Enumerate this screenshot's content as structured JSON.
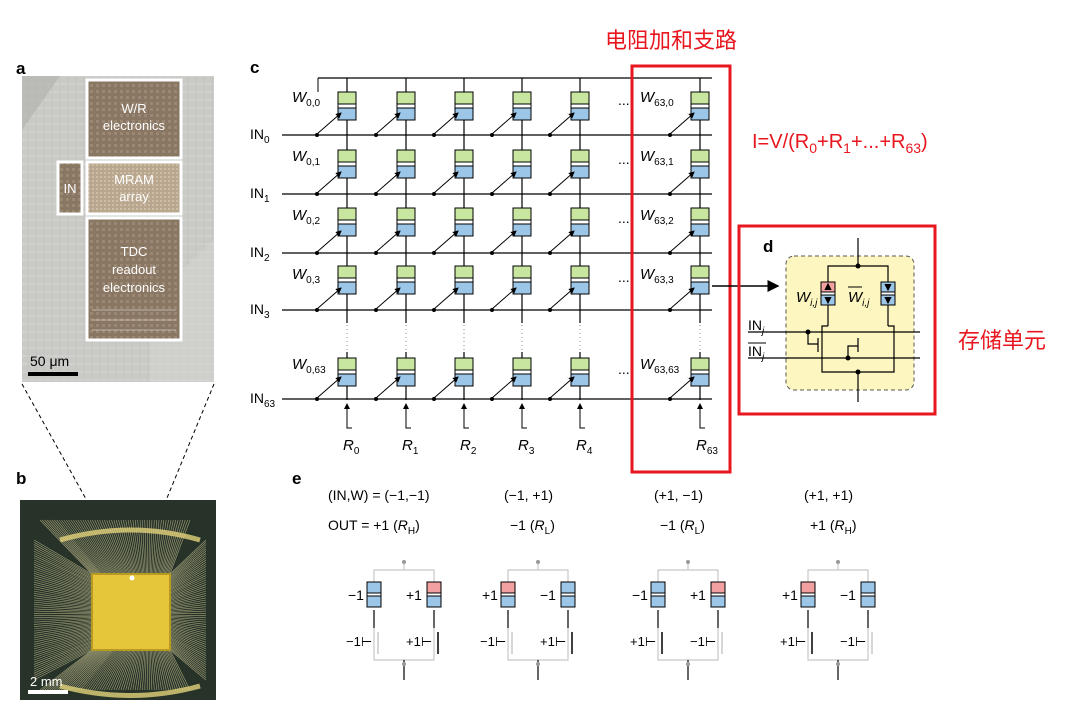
{
  "panels": {
    "a": "a",
    "b": "b",
    "c": "c",
    "d": "d",
    "e": "e"
  },
  "panel_a": {
    "blocks": [
      {
        "lines": [
          "W/R",
          "electronics"
        ]
      },
      {
        "lines": [
          "MRAM",
          "array"
        ]
      },
      {
        "lines": [
          "TDC",
          "readout",
          "electronics"
        ]
      }
    ],
    "in_label": "IN",
    "scalebar": "50 μm"
  },
  "panel_b": {
    "scalebar": "2 mm"
  },
  "panel_c": {
    "inputs": [
      {
        "main": "IN",
        "sub": "0"
      },
      {
        "main": "IN",
        "sub": "1"
      },
      {
        "main": "IN",
        "sub": "2"
      },
      {
        "main": "IN",
        "sub": "3"
      },
      {
        "main": "IN",
        "sub": "63"
      }
    ],
    "weights_first_col": [
      "0,0",
      "0,1",
      "0,2",
      "0,3",
      "0,63"
    ],
    "weights_last_col": [
      "63,0",
      "63,1",
      "63,2",
      "63,3",
      "63,63"
    ],
    "weight_symbol": "W",
    "resistors": [
      "0",
      "1",
      "2",
      "3",
      "4",
      "63"
    ],
    "resistor_symbol": "R",
    "ellipsis": "....",
    "annotation_title": "电阻加和支路",
    "formula": {
      "prefix": "I=V/(R",
      "s0": "0",
      "plus1": "+R",
      "s1": "1",
      "mid": "+...+R",
      "s63": "63",
      "suffix": ")"
    }
  },
  "panel_d": {
    "label": "存储单元",
    "w_sym": "W",
    "w_sub": "i,j",
    "in_sym": "IN",
    "in_sub": "j"
  },
  "panel_e": {
    "cases": [
      {
        "in_w": "(IN,W) = (−1,−1)",
        "out": "OUT = +1 (",
        "r": "R",
        "rsub": "H",
        "close": ")",
        "left_val": "−1",
        "right_val": "+1",
        "left_gate": "−1",
        "right_gate": "+1"
      },
      {
        "in_w": "(−1, +1)",
        "out": "−1 (",
        "r": "R",
        "rsub": "L",
        "close": ")",
        "left_val": "+1",
        "right_val": "−1",
        "left_gate": "−1",
        "right_gate": "+1"
      },
      {
        "in_w": "(+1, −1)",
        "out": "−1 (",
        "r": "R",
        "rsub": "L",
        "close": ")",
        "left_val": "−1",
        "right_val": "+1",
        "left_gate": "+1",
        "right_gate": "−1"
      },
      {
        "in_w": "(+1, +1)",
        "out": "+1 (",
        "r": "R",
        "rsub": "H",
        "close": ")",
        "left_val": "+1",
        "right_val": "−1",
        "left_gate": "+1",
        "right_gate": "−1"
      }
    ]
  },
  "colors": {
    "accent_red": "#e8161e",
    "mtj_green": "#c8e6a0",
    "mtj_blue": "#9cc6e8",
    "mtj_red": "#f2a0a0",
    "cell_bg": "#fdf6c0"
  }
}
